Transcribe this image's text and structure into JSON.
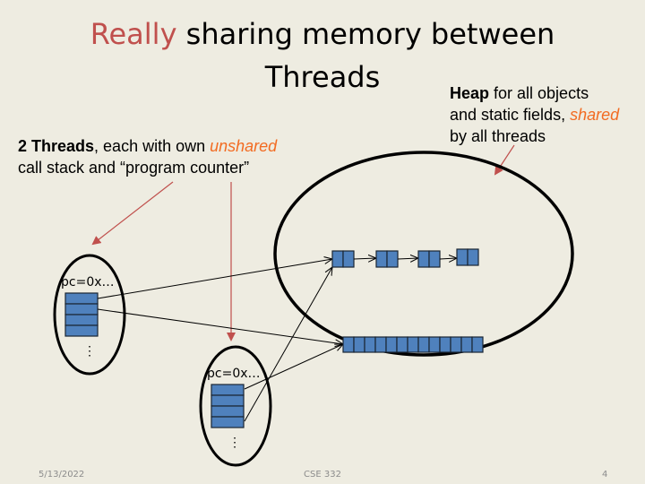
{
  "title": {
    "highlight": "Really",
    "rest": " sharing memory between",
    "line2": "Threads"
  },
  "heap_note": {
    "bold": "Heap",
    "line1_rest": " for all objects",
    "line2_pre": "and static fields, ",
    "line2_em": "shared",
    "line3": "by all threads"
  },
  "threads_note": {
    "bold": "2 Threads",
    "line1_mid": ", each with own ",
    "line1_em": "unshared",
    "line2": "call stack and “program counter”"
  },
  "thread1": {
    "pc": "pc=0x…",
    "ellipsis": "⋮"
  },
  "thread2": {
    "pc": "pc=0x…",
    "ellipsis": "⋮"
  },
  "array_cells": 13,
  "list_nodes": 4,
  "colors": {
    "accent_red": "#c0504d",
    "emphasis_orange": "#f26b21",
    "cell_blue": "#4f81bd"
  },
  "footer": {
    "date": "5/13/2022",
    "course": "CSE 332",
    "page": "4"
  }
}
